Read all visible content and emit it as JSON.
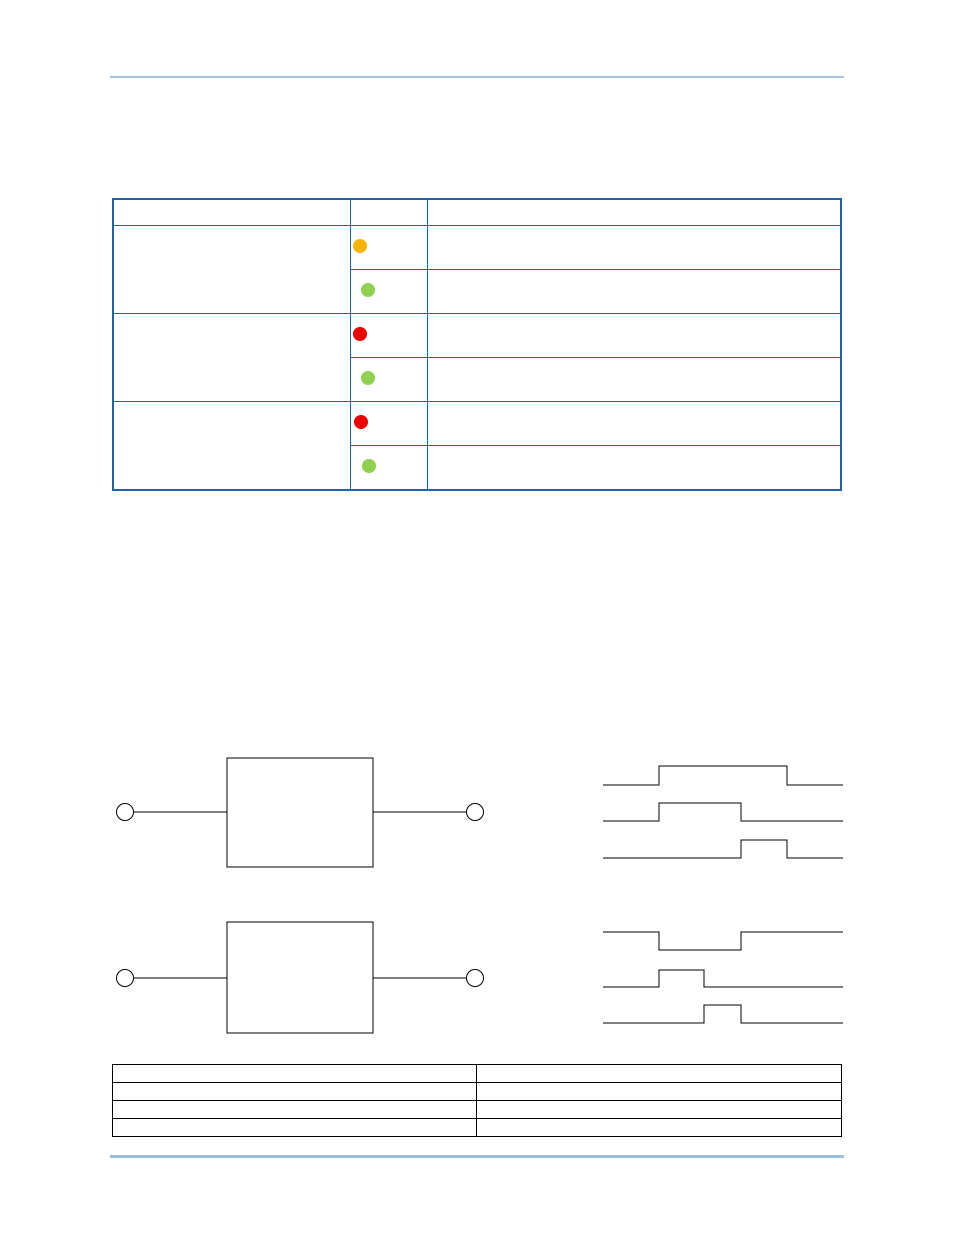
{
  "led_table": {
    "headers": [
      "",
      "",
      ""
    ],
    "groups": [
      {
        "label": "",
        "rows": [
          {
            "indicator": "amber",
            "color": "#f7b500",
            "description": ""
          },
          {
            "indicator": "green",
            "color": "#8fd14f",
            "description": ""
          }
        ]
      },
      {
        "label": "",
        "rows": [
          {
            "indicator": "red",
            "color": "#ee0000",
            "description": ""
          },
          {
            "indicator": "green",
            "color": "#8fd14f",
            "description": ""
          }
        ]
      },
      {
        "label": "",
        "rows": [
          {
            "indicator": "red",
            "color": "#ee0000",
            "description": ""
          },
          {
            "indicator": "green",
            "color": "#8fd14f",
            "description": ""
          }
        ]
      }
    ]
  },
  "timing_diagrams": [
    {
      "block_label": "",
      "input_label": "",
      "output_label": "",
      "waveforms": [
        "",
        "",
        ""
      ]
    },
    {
      "block_label": "",
      "input_label": "",
      "output_label": "",
      "waveforms": [
        "",
        "",
        ""
      ]
    }
  ],
  "legend_table": {
    "rows": [
      [
        "",
        ""
      ],
      [
        "",
        ""
      ],
      [
        "",
        ""
      ],
      [
        "",
        ""
      ]
    ]
  },
  "colors": {
    "rule": "#a8c4dd",
    "table_border": "#1f5fb5"
  }
}
